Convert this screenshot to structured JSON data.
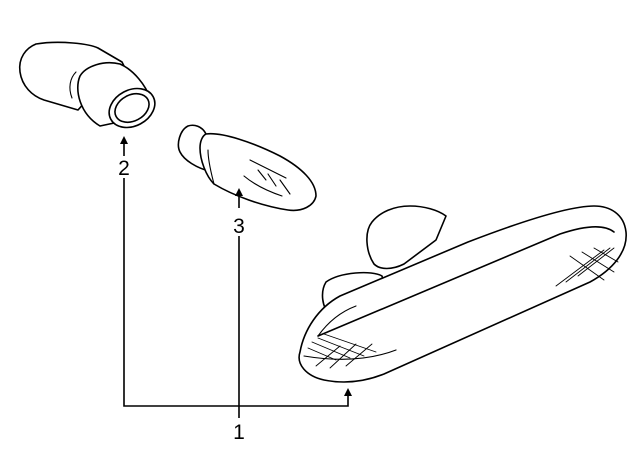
{
  "diagram": {
    "callouts": [
      "1",
      "2",
      "3"
    ],
    "parts": [
      "bulb-socket",
      "wedge-bulb",
      "side-marker-lamp"
    ]
  }
}
